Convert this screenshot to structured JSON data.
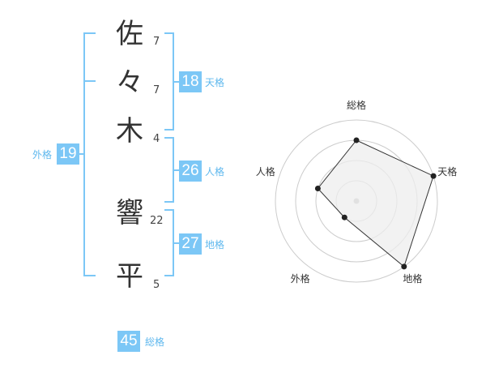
{
  "name": {
    "chars": [
      {
        "char": "佐",
        "strokes": "7"
      },
      {
        "char": "々",
        "strokes": "7"
      },
      {
        "char": "木",
        "strokes": "4"
      },
      {
        "char": "響",
        "strokes": "22"
      },
      {
        "char": "平",
        "strokes": "5"
      }
    ]
  },
  "kaku": {
    "tenkaku": {
      "label": "天格",
      "value": "18"
    },
    "jinkaku": {
      "label": "人格",
      "value": "26"
    },
    "chikaku": {
      "label": "地格",
      "value": "27"
    },
    "gaikaku": {
      "label": "外格",
      "value": "19"
    },
    "soukaku": {
      "label": "総格",
      "value": "45"
    }
  },
  "colors": {
    "accent": "#7cc7f6",
    "accent_text": "#5fb8ee",
    "radar_line": "#333333",
    "radar_fill": "#eeeeee",
    "grid": "#cccccc"
  },
  "chart_data": {
    "type": "radar",
    "axes": [
      "総格",
      "天格",
      "地格",
      "外格",
      "人格"
    ],
    "levels": 4,
    "max": 4,
    "values": [
      3,
      4,
      4,
      1,
      2
    ]
  }
}
